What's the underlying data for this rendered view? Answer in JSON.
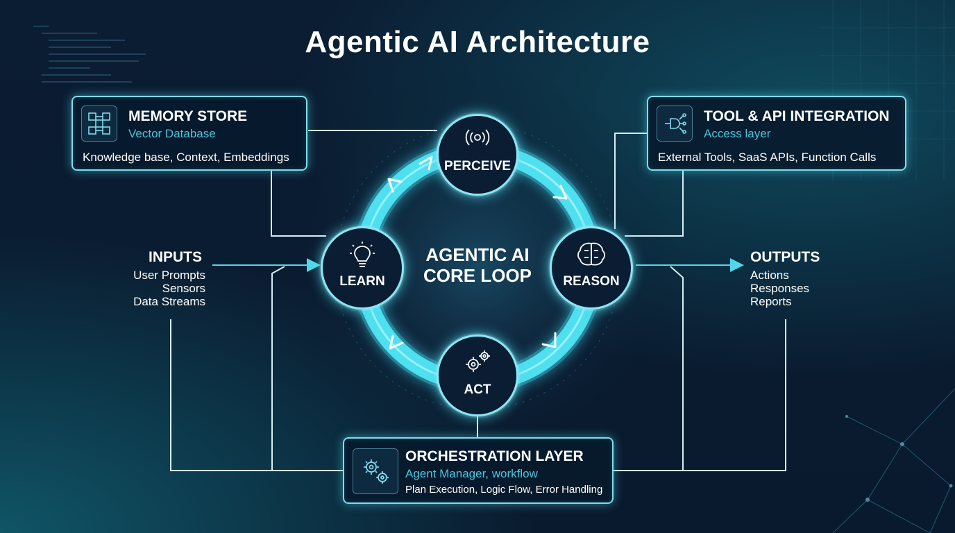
{
  "title": "Agentic AI Architecture",
  "core_label_line1": "AGENTIC AI",
  "core_label_line2": "CORE LOOP",
  "nodes": {
    "perceive": "PERCEIVE",
    "reason": "REASON",
    "act": "ACT",
    "learn": "LEARN"
  },
  "memory": {
    "title": "MEMORY STORE",
    "subtitle": "Vector Database",
    "description": "Knowledge base, Context, Embeddings",
    "icon": "cubes-network-icon"
  },
  "tools": {
    "title": "TOOL & API INTEGRATION",
    "subtitle": "Access layer",
    "description": "External Tools, SaaS APIs, Function Calls",
    "icon": "plug-network-icon"
  },
  "orchestration": {
    "title": "ORCHESTRATION LAYER",
    "subtitle": "Agent Manager, workflow",
    "description": "Plan Execution, Logic Flow, Error Handling",
    "icon": "gears-icon"
  },
  "inputs": {
    "title": "INPUTS",
    "items": [
      "User Prompts",
      "Sensors",
      "Data Streams"
    ]
  },
  "outputs": {
    "title": "OUTPUTS",
    "items": [
      "Actions",
      "Responses",
      "Reports"
    ]
  },
  "colors": {
    "accent": "#4fd8eb",
    "ring": "#3fd0e6",
    "subtitle": "#4fc3dc",
    "background": "#0a1a2e"
  }
}
